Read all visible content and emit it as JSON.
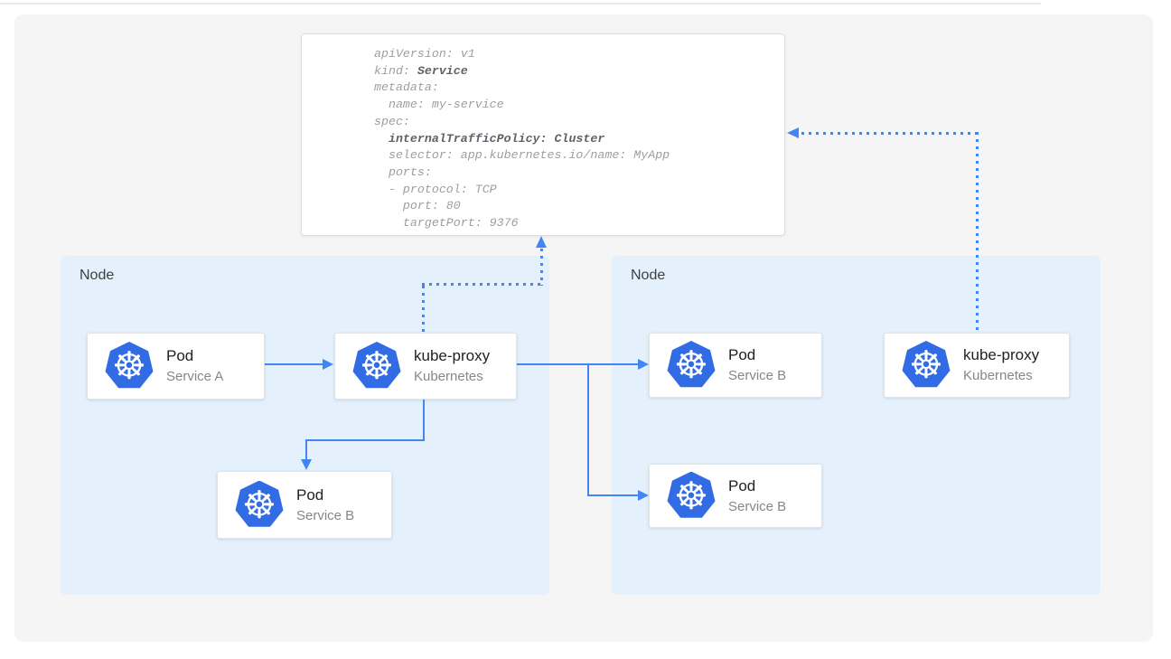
{
  "yaml": {
    "lines": [
      [
        "apiVersion: v1"
      ],
      [
        "kind: ",
        "Service"
      ],
      [
        "metadata:"
      ],
      [
        "  name: my-service"
      ],
      [
        "spec:"
      ],
      [
        "  ",
        "internalTrafficPolicy: Cluster"
      ],
      [
        "  selector: app.kubernetes.io/name: MyApp"
      ],
      [
        "  ports:"
      ],
      [
        "  - protocol: TCP"
      ],
      [
        "    port: 80"
      ],
      [
        "    targetPort: 9376"
      ]
    ]
  },
  "nodes": {
    "left": {
      "label": "Node"
    },
    "right": {
      "label": "Node"
    }
  },
  "cards": {
    "pod_a": {
      "title": "Pod",
      "subtitle": "Service A"
    },
    "kube_proxy_left": {
      "title": "kube-proxy",
      "subtitle": "Kubernetes"
    },
    "pod_b_left": {
      "title": "Pod",
      "subtitle": "Service B"
    },
    "pod_b_right_top": {
      "title": "Pod",
      "subtitle": "Service B"
    },
    "pod_b_right_bottom": {
      "title": "Pod",
      "subtitle": "Service B"
    },
    "kube_proxy_right": {
      "title": "kube-proxy",
      "subtitle": "Kubernetes"
    }
  },
  "icons": {
    "kubernetes_glyph": "☸"
  },
  "colors": {
    "connector_blue": "#4285f4",
    "kubernetes_blue": "#326ce5",
    "node_background": "#e4f1fc",
    "panel_background": "#f5f5f6",
    "yaml_text": "#9e9e9e",
    "yaml_bold_text": "#5f6368"
  }
}
